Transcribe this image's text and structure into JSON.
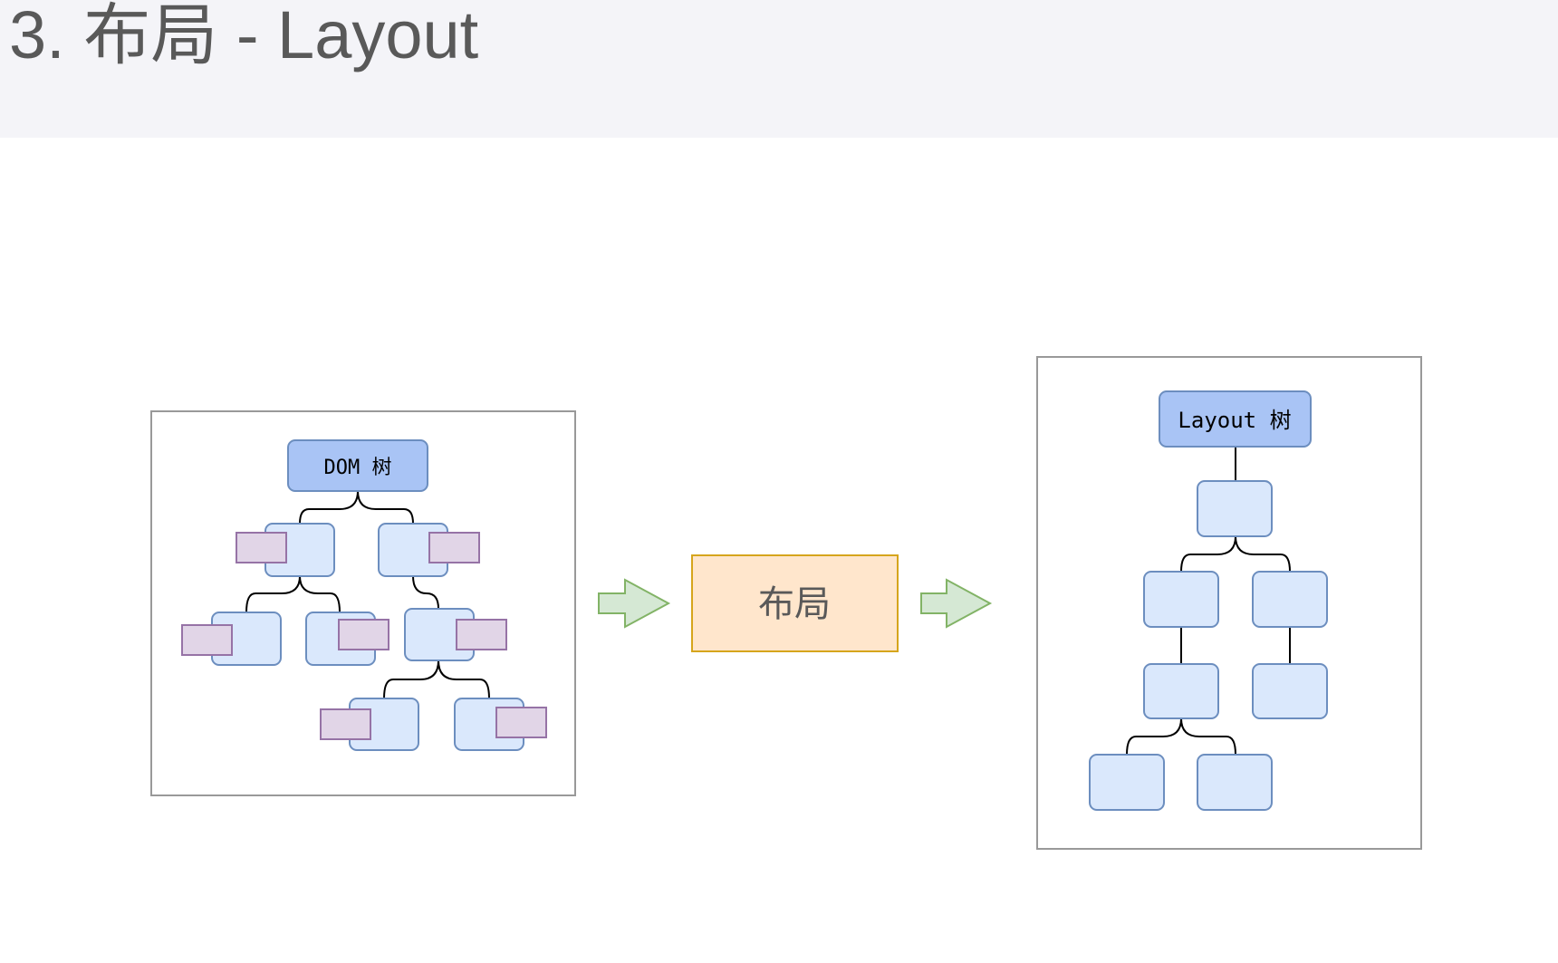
{
  "header": {
    "title": "3. 布局 - Layout"
  },
  "diagram": {
    "dom_tree_label": "DOM 树",
    "process_label": "布局",
    "layout_tree_label": "Layout 树"
  },
  "colors": {
    "header_bg": "#f4f4f8",
    "title_text": "#595959",
    "root_node_fill": "#a9c4f5",
    "node_fill": "#dae8fc",
    "node_stroke": "#6c8ebf",
    "style_fill": "#e1d5e7",
    "style_stroke": "#9673a6",
    "process_fill": "#ffe6cc",
    "process_stroke": "#d6a51c",
    "arrow_fill": "#d5e8d4",
    "arrow_stroke": "#82b366",
    "panel_stroke": "#999999"
  }
}
